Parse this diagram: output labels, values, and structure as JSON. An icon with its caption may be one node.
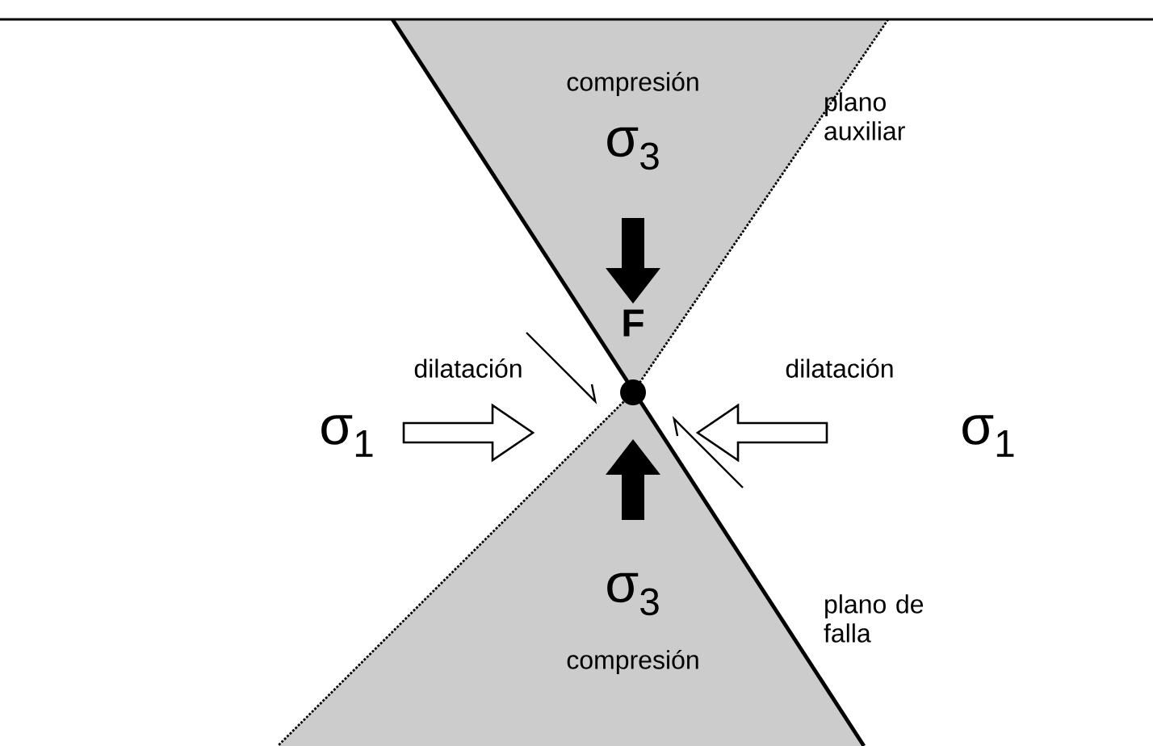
{
  "diagram": {
    "labels": [
      "compresión",
      "σ$_{3}$",
      "plano auxiliar",
      "F",
      "dilatación",
      "dilatación",
      "σ$_{1}$",
      "σ$_{1}$",
      "σ$_{3}$",
      "plano de falla",
      "compresión"
    ]
  }
}
